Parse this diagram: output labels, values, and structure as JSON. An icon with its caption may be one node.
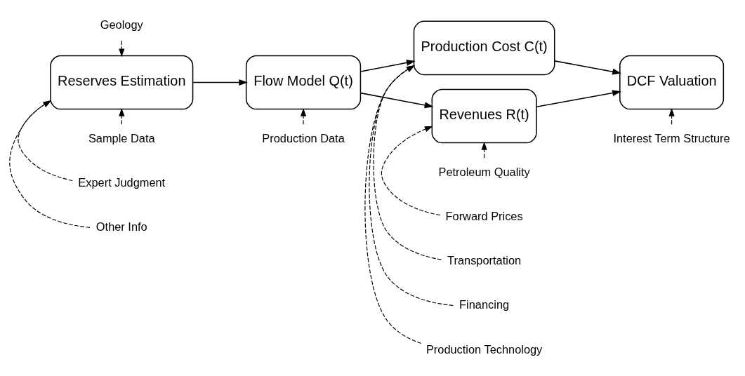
{
  "diagram": {
    "nodes": [
      {
        "text": [
          "Geology"
        ]
      },
      {
        "text": [
          "Sample Data"
        ]
      },
      {
        "text": [
          "Reserves Estimation"
        ]
      },
      {
        "text": [
          "Expert Judgment"
        ]
      },
      {
        "text": [
          "Other Info"
        ]
      },
      {
        "text": [
          "Production Data"
        ]
      },
      {
        "text": [
          "Flow Model Q(t)"
        ]
      },
      {
        "text": [
          "Transportation"
        ]
      },
      {
        "text": [
          "Financing"
        ]
      },
      {
        "text": [
          "Production Technology"
        ]
      },
      {
        "text": [
          "Production Cost C(t)"
        ]
      },
      {
        "text": [
          "Revenues R(t)"
        ]
      },
      {
        "text": [
          "Petroleum Quality"
        ]
      },
      {
        "text": [
          "Forward Prices"
        ]
      },
      {
        "text": [
          "DCF Valuation"
        ]
      },
      {
        "text": [
          "Interest Term Structure"
        ]
      }
    ],
    "edges": [
      {
        "from": 0,
        "to": 2,
        "arrow": "to",
        "style": "dashed"
      },
      {
        "from": 1,
        "to": 2,
        "arrow": "to",
        "style": "dashed"
      },
      {
        "from": 3,
        "to": 2,
        "arrow": "to",
        "style": "dashed"
      },
      {
        "from": 4,
        "to": 2,
        "arrow": "to",
        "style": "dashed"
      },
      {
        "from": 2,
        "to": 6,
        "arrow": "to"
      },
      {
        "from": 5,
        "to": 6,
        "arrow": "to",
        "style": "dashed"
      },
      {
        "from": 6,
        "to": 10,
        "arrow": "to"
      },
      {
        "from": 6,
        "to": 11,
        "arrow": "to"
      },
      {
        "from": 7,
        "to": 10,
        "arrow": "to",
        "style": "dashed"
      },
      {
        "from": 8,
        "to": 10,
        "arrow": "to",
        "style": "dashed"
      },
      {
        "from": 9,
        "to": 10,
        "arrow": "to",
        "style": "dashed"
      },
      {
        "from": 12,
        "to": 11,
        "arrow": "to",
        "style": "dashed"
      },
      {
        "from": 13,
        "to": 11,
        "arrow": "to",
        "style": "dashed"
      },
      {
        "from": 10,
        "to": 14,
        "arrow": "to"
      },
      {
        "from": 11,
        "to": 14,
        "arrow": "to"
      },
      {
        "from": 15,
        "to": 14,
        "arrow": "to",
        "style": "dashed"
      }
    ]
  }
}
